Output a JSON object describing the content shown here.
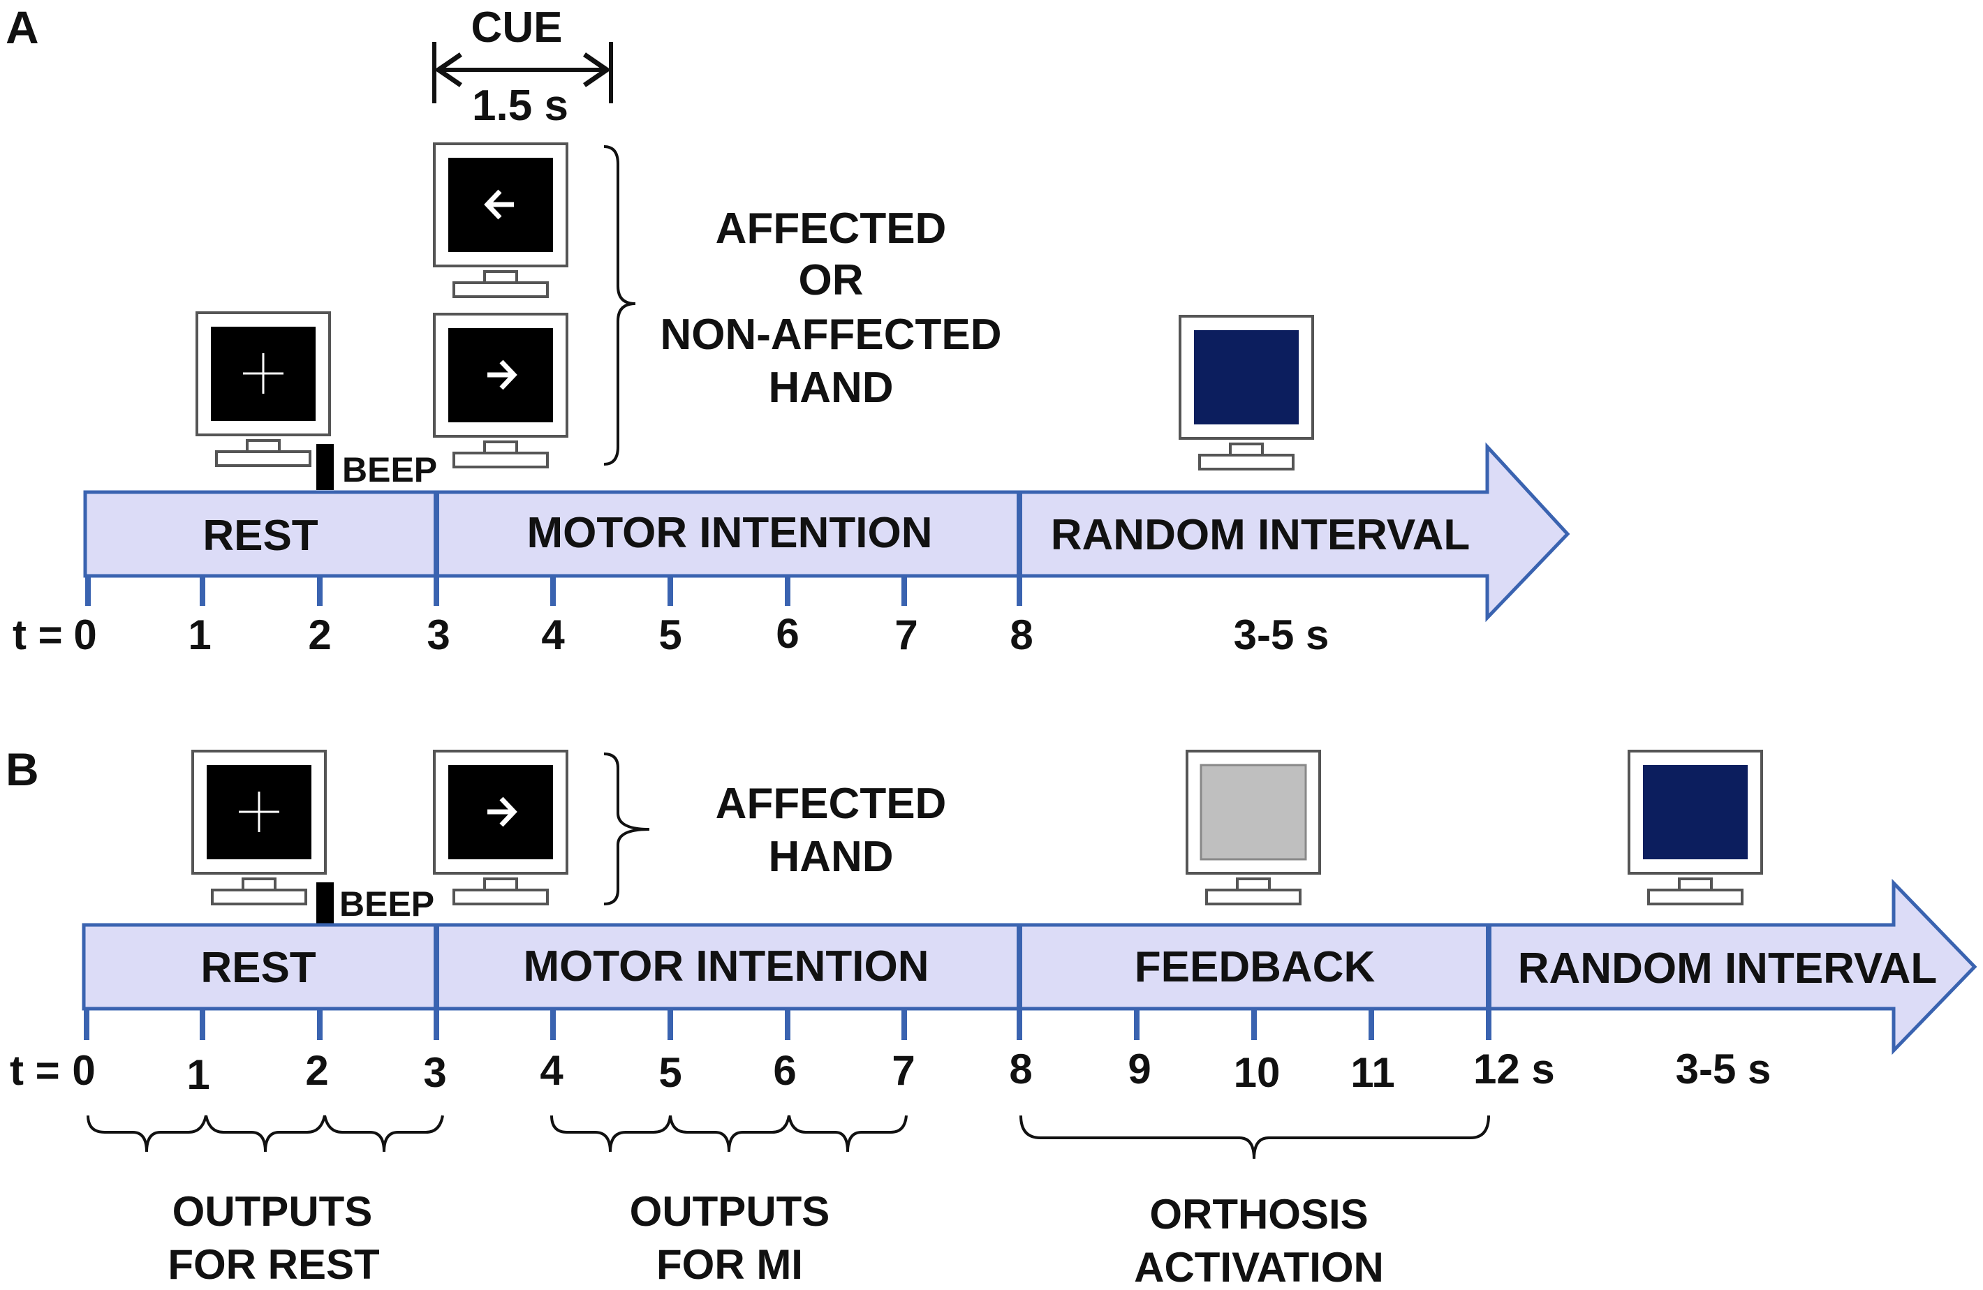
{
  "colors": {
    "bar_fill": "#DCDCF7",
    "bar_stroke": "#3A63B0",
    "screen_black": "#000000",
    "screen_navy": "#0C1E5E",
    "screen_gray": "#BFBFBF"
  },
  "panel_a": {
    "letter": "A",
    "cue": {
      "label": "CUE",
      "duration": "1.5 s"
    },
    "hand_note": [
      "AFFECTED",
      "OR",
      "NON-AFFECTED",
      "HAND"
    ],
    "beep": "BEEP",
    "segments": [
      "REST",
      "MOTOR INTENTION",
      "RANDOM INTERVAL"
    ],
    "t_prefix": "t =",
    "ticks": [
      "0",
      "1",
      "2",
      "3",
      "4",
      "5",
      "6",
      "7",
      "8"
    ],
    "interval_label": "3-5 s",
    "monitors": [
      {
        "icon": "fixation-cross-icon"
      },
      {
        "icon": "arrow-left-icon"
      },
      {
        "icon": "arrow-right-icon"
      },
      {
        "icon": "blank-screen-icon"
      }
    ]
  },
  "panel_b": {
    "letter": "B",
    "hand_note": [
      "AFFECTED",
      "HAND"
    ],
    "beep": "BEEP",
    "segments": [
      "REST",
      "MOTOR INTENTION",
      "FEEDBACK",
      "RANDOM INTERVAL"
    ],
    "t_prefix": "t =",
    "ticks": [
      "0",
      "1",
      "2",
      "3",
      "4",
      "5",
      "6",
      "7",
      "8",
      "9",
      "10",
      "11",
      "12 s"
    ],
    "interval_label": "3-5 s",
    "outputs": [
      [
        "OUTPUTS",
        "FOR REST"
      ],
      [
        "OUTPUTS",
        "FOR MI"
      ],
      [
        "ORTHOSIS",
        "ACTIVATION"
      ]
    ],
    "monitors": [
      {
        "icon": "fixation-cross-icon"
      },
      {
        "icon": "arrow-right-icon"
      },
      {
        "icon": "blank-screen-icon"
      },
      {
        "icon": "blank-screen-icon"
      }
    ]
  }
}
